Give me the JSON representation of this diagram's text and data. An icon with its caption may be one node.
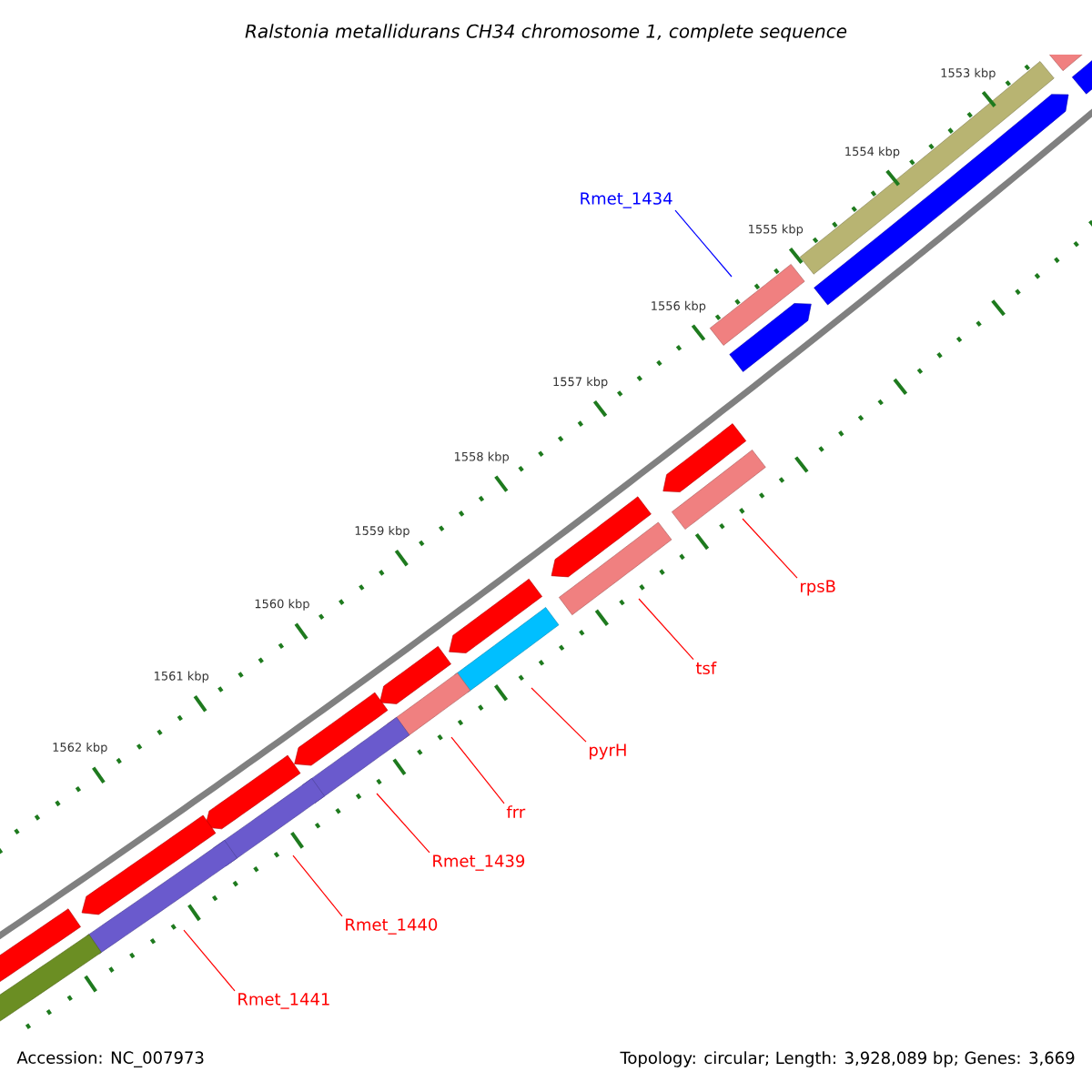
{
  "diagram": {
    "title": "Ralstonia metallidurans CH34 chromosome 1, complete sequence",
    "nodes": [
      {
        "text": [
          "Rmet_1434"
        ]
      },
      {
        "text": [
          "rpsB"
        ]
      },
      {
        "text": [
          "tsf"
        ]
      },
      {
        "text": [
          "pyrH"
        ]
      },
      {
        "text": [
          "frr"
        ]
      },
      {
        "text": [
          "Rmet_1439"
        ]
      },
      {
        "text": [
          "Rmet_1440"
        ]
      },
      {
        "text": [
          "Rmet_1441"
        ]
      }
    ],
    "edges": [
      {
        "from": 0,
        "to": null,
        "arrow": "none",
        "color": "#0000ff"
      },
      {
        "from": 1,
        "to": null,
        "arrow": "none"
      },
      {
        "from": 2,
        "to": null,
        "arrow": "none"
      },
      {
        "from": 3,
        "to": null,
        "arrow": "none"
      },
      {
        "from": 4,
        "to": null,
        "arrow": "none"
      },
      {
        "from": 5,
        "to": null,
        "arrow": "none"
      },
      {
        "from": 6,
        "to": null,
        "arrow": "none"
      },
      {
        "from": 7,
        "to": null,
        "arrow": "none"
      }
    ],
    "labels": [
      "1553 kbp",
      "1554 kbp",
      "1555 kbp",
      "1556 kbp",
      "1557 kbp",
      "1558 kbp",
      "1559 kbp",
      "1560 kbp",
      "1561 kbp",
      "1562 kbp",
      "Accession: NC_007973",
      "Topology: circular; Length: 3,928,089 bp; Genes: 3,669"
    ]
  }
}
